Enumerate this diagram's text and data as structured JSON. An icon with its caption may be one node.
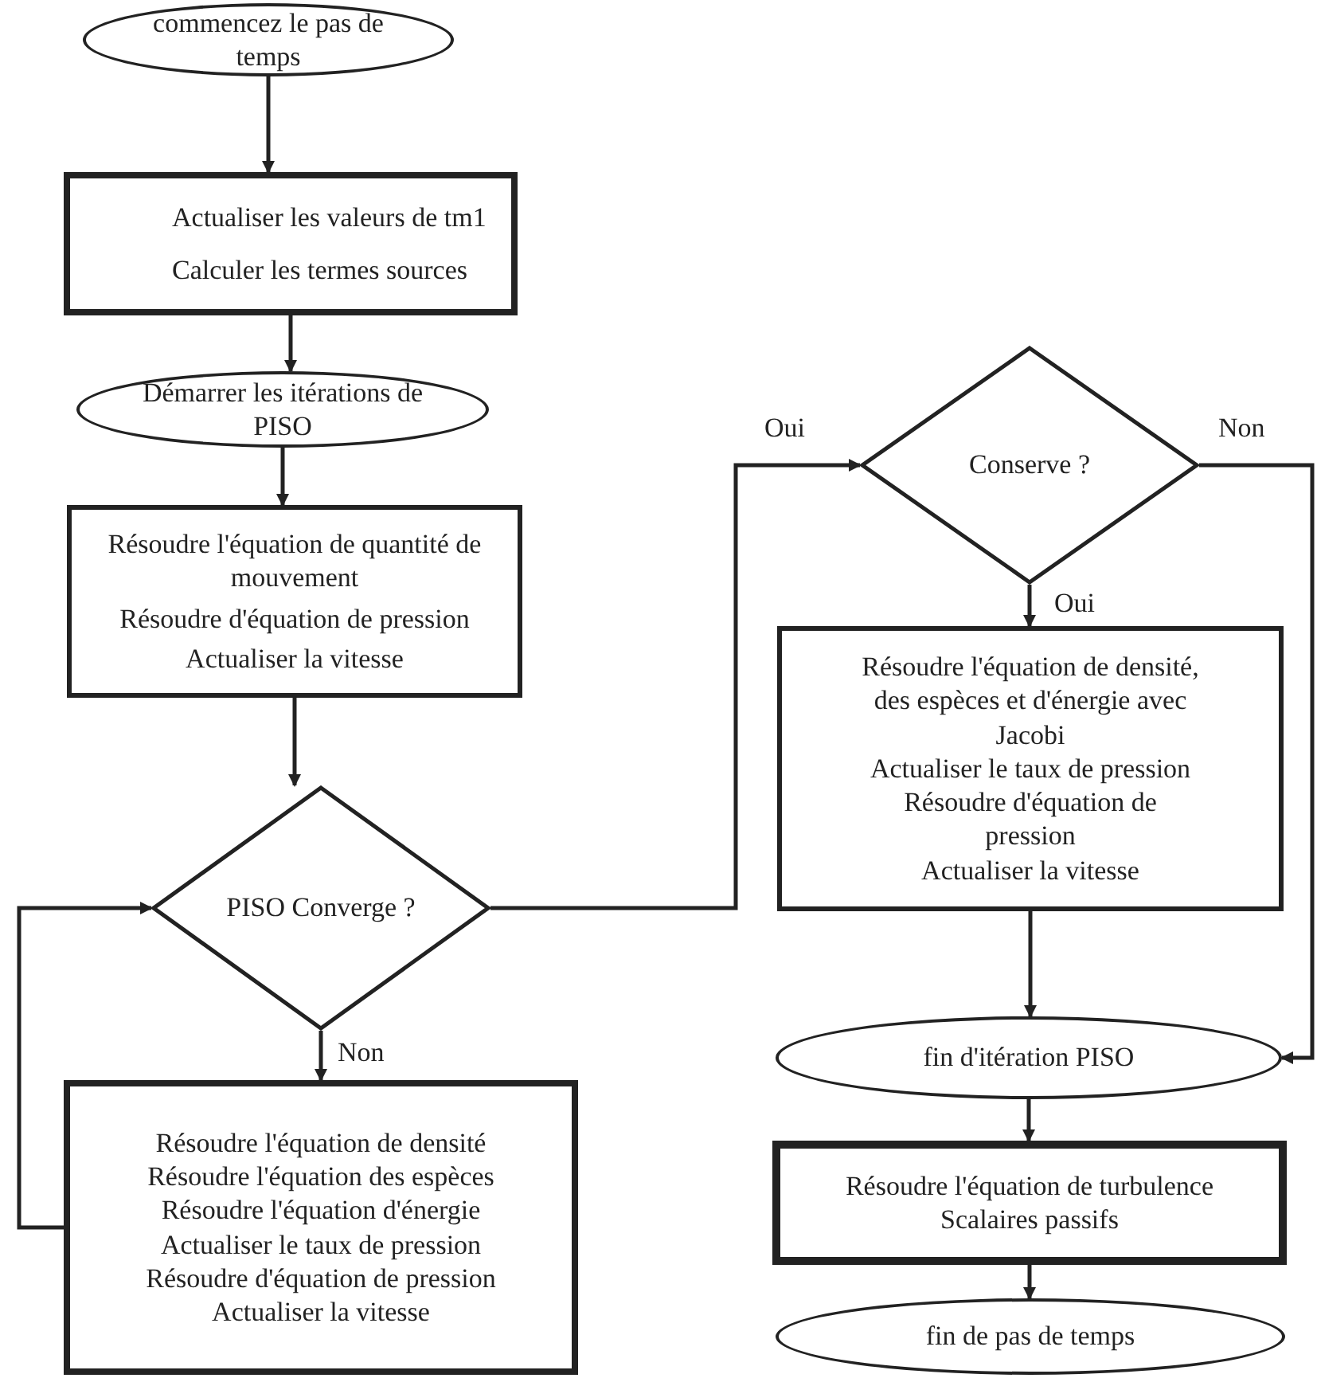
{
  "diagram": {
    "nodes": [
      {
        "text": [
          "commencez le pas de temps"
        ]
      },
      {
        "text": [
          "Actualiser les valeurs de tm1",
          "Calculer les termes sources"
        ]
      },
      {
        "text": [
          "Démarrer les itérations de PISO"
        ]
      },
      {
        "text": [
          "Résoudre l'équation de quantité de mouvement",
          "Résoudre d'équation de pression",
          "Actualiser la vitesse"
        ]
      },
      {
        "text": [
          "PISO Converge ?"
        ]
      },
      {
        "text": [
          "Résoudre l'équation de densité",
          "Résoudre l'équation des espèces",
          "Résoudre l'équation d'énergie",
          "Actualiser le taux de pression",
          "Résoudre d'équation de pression",
          "Actualiser la vitesse"
        ]
      },
      {
        "text": [
          "Conserve ?"
        ]
      },
      {
        "text": [
          "Résoudre l'équation de densité, des espèces et d'énergie avec Jacobi",
          "Actualiser le taux de pression",
          "Résoudre d'équation de pression",
          "Actualiser la vitesse"
        ]
      },
      {
        "text": [
          "fin d'itération PISO"
        ]
      },
      {
        "text": [
          "Résoudre l'équation de turbulence",
          "Scalaires passifs"
        ]
      },
      {
        "text": [
          "fin de pas de temps"
        ]
      }
    ],
    "edges": [
      {
        "from": 0,
        "to": 1,
        "arrow": "to"
      },
      {
        "from": 1,
        "to": 2,
        "arrow": "to"
      },
      {
        "from": 2,
        "to": 3,
        "arrow": "to"
      },
      {
        "from": 3,
        "to": 4,
        "arrow": "to"
      },
      {
        "from": 4,
        "to": 5,
        "arrow": "to",
        "label": "Non"
      },
      {
        "from": 5,
        "to": 4,
        "arrow": "to"
      },
      {
        "from": 4,
        "to": 6,
        "arrow": "to",
        "label": "Oui"
      },
      {
        "from": 6,
        "to": 7,
        "arrow": "to",
        "label": "Oui"
      },
      {
        "from": 6,
        "to": 8,
        "arrow": "to",
        "label": "Non"
      },
      {
        "from": 7,
        "to": 8,
        "arrow": "to"
      },
      {
        "from": 8,
        "to": 9,
        "arrow": "to"
      },
      {
        "from": 9,
        "to": 10,
        "arrow": "to"
      }
    ]
  }
}
